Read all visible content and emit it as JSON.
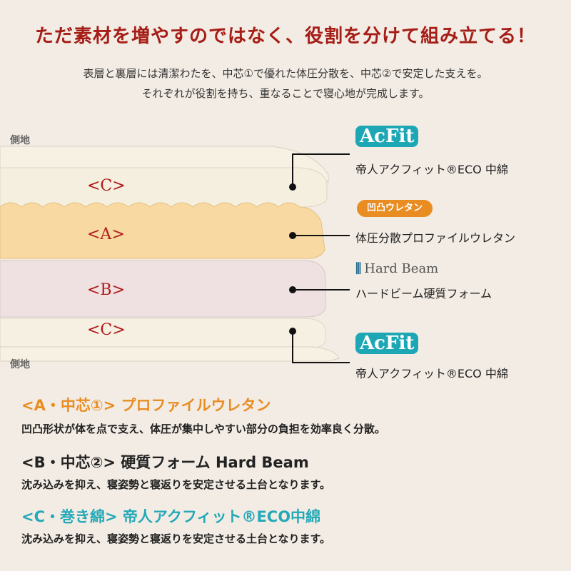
{
  "headline": "ただ素材を増やすのではなく、役割を分けて組み立てる！",
  "subtext": {
    "line1": "表層と裏層には清潔わたを、中芯①で優れた体圧分散を、中芯②で安定した支えを。",
    "line2": "それぞれが役割を持ち、重なることで寝心地が完成します。"
  },
  "side_labels": {
    "top": "側地",
    "bottom": "側地"
  },
  "layers": [
    {
      "label": "<C>",
      "name": "帝人アクフィット®ECO 中綿",
      "logo": "AcFit"
    },
    {
      "label": "<A>",
      "name": "体圧分散プロファイルウレタン",
      "badge": "凹凸ウレタン"
    },
    {
      "label": "<B>",
      "name": "ハードビーム硬質フォーム",
      "logo": "Hard Beam"
    },
    {
      "label": "<C>",
      "name": "帝人アクフィット®ECO 中綿",
      "logo": "AcFit"
    }
  ],
  "sections": [
    {
      "title": "<A・中芯①> プロファイルウレタン",
      "desc": "凹凸形状が体を点で支え、体圧が集中しやすい部分の負担を効率良く分散。",
      "color": "#e98d22"
    },
    {
      "title": "<B・中芯②> 硬質フォーム Hard Beam",
      "desc": "沈み込みを抑え、寝姿勢と寝返りを安定させる土台となります。",
      "color": "#222222"
    },
    {
      "title": "<C・巻き綿> 帝人アクフィット®ECO中綿",
      "desc": "沈み込みを抑え、寝姿勢と寝返りを安定させる土台となります。",
      "color": "#23a9b8"
    }
  ]
}
